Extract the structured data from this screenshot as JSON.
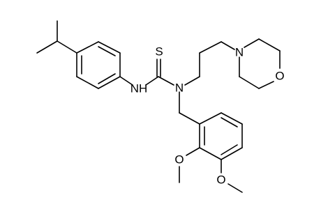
{
  "molecule": {
    "atoms": {
      "thione_sulfur": "S",
      "amide_nh": "NH",
      "amide_n": "N",
      "morpholine_n": "N",
      "morpholine_o": "O",
      "ortho_methoxy_o": "O",
      "meta_methoxy_o": "O"
    }
  }
}
